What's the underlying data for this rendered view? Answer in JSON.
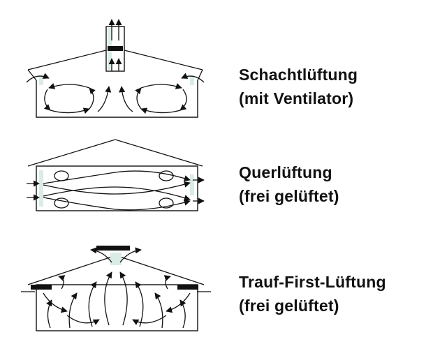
{
  "diagrams": [
    {
      "title_line1": "Schachtlüftung",
      "title_line2": "(mit Ventilator)"
    },
    {
      "title_line1": "Querlüftung",
      "title_line2": "(frei gelüftet)"
    },
    {
      "title_line1": "Trauf-First-Lüftung",
      "title_line2": "(frei gelüftet)"
    }
  ],
  "colors": {
    "line": "#111111",
    "accent": "#d9ece6",
    "text": "#111111"
  }
}
